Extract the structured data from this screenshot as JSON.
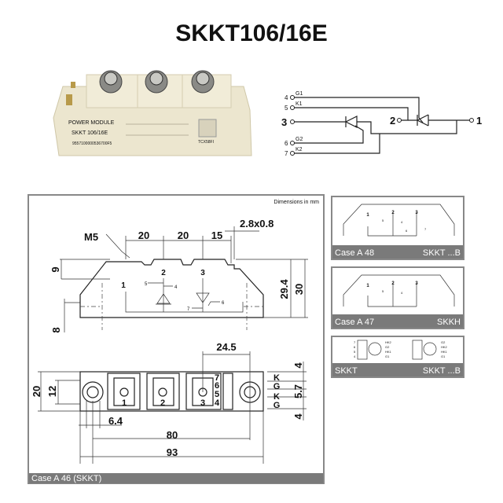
{
  "title": "SKKT106/16E",
  "photo": {
    "line1": "POWER MODULE",
    "line2": "SKKT 106/16E",
    "line3": "9557100000536700F5",
    "code": "TCX58FI"
  },
  "schematic": {
    "pins": [
      "4",
      "5",
      "3",
      "6",
      "7",
      "2",
      "1"
    ],
    "labels": [
      "G1",
      "K1",
      "G2",
      "K2"
    ]
  },
  "main": {
    "dimensions_note": "Dimensions in mm",
    "side": {
      "m5": "M5",
      "d1": "20",
      "d2": "20",
      "d3": "15",
      "tab": "2.8x0.8",
      "h9": "9",
      "h294": "29.4",
      "h30": "30",
      "h8": "8",
      "pins": [
        "1",
        "2",
        "3"
      ],
      "gate_pins": [
        "5",
        "4",
        "7",
        "6"
      ]
    },
    "top": {
      "d245": "24.5",
      "d20": "20",
      "d12": "12",
      "d64": "6.4",
      "d80": "80",
      "d93": "93",
      "d4a": "4",
      "d57": "5.7",
      "d4b": "4",
      "terminals": [
        "1",
        "2",
        "3"
      ],
      "aux_pins": [
        "7",
        "6",
        "5",
        "4"
      ],
      "aux_labels": [
        "K",
        "G",
        "K",
        "G"
      ]
    },
    "footer": "Case A 46 (SKKT)"
  },
  "cases": [
    {
      "left": "Case A 48",
      "right": "SKKT ...B",
      "pins": [
        "1",
        "2",
        "3",
        "5",
        "4",
        "6",
        "7"
      ]
    },
    {
      "left": "Case A 47",
      "right": "SKKH",
      "pins": [
        "1",
        "2",
        "3",
        "5",
        "4"
      ]
    },
    {
      "left": "SKKT",
      "right": "SKKT ...B",
      "labels_left": [
        "HK2",
        "G2",
        "HK1",
        "G1"
      ],
      "labels_right": [
        "G2",
        "HK2",
        "HK1",
        "G1"
      ],
      "nums": [
        "7",
        "6",
        "5",
        "4"
      ]
    }
  ]
}
